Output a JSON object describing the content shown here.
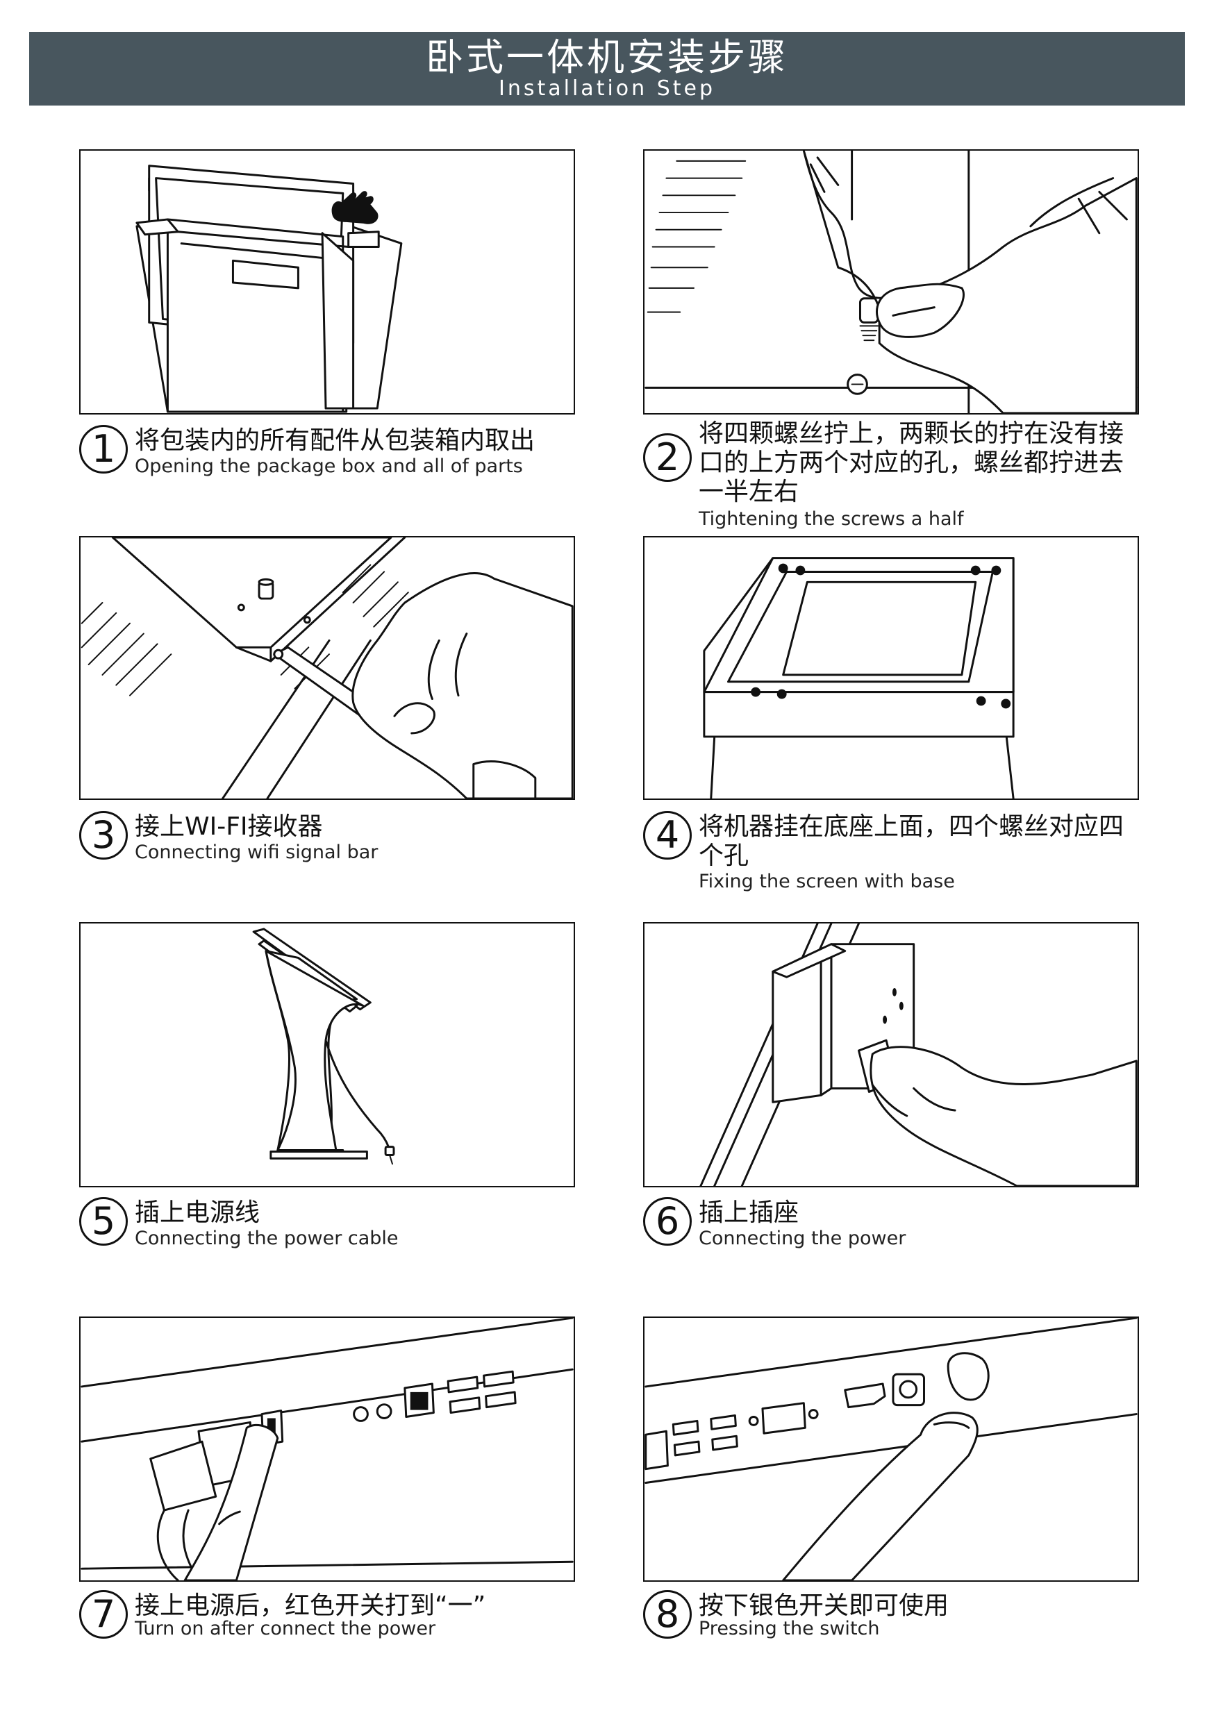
{
  "header": {
    "title_zh": "卧式一体机安装步骤",
    "title_en": "Installation Step",
    "background_color": "#48565e"
  },
  "steps": [
    {
      "number": "1",
      "zh": "将包装内的所有配件从包装箱内取出",
      "en": "Opening the package box and all of parts"
    },
    {
      "number": "2",
      "zh": "将四颗螺丝拧上，两颗长的拧在没有接口的上方两个对应的孔，螺丝都拧进去一半左右",
      "en": "Tightening the screws a half"
    },
    {
      "number": "3",
      "zh": "接上WI-FI接收器",
      "en": "Connecting wifi signal bar"
    },
    {
      "number": "4",
      "zh": "将机器挂在底座上面，四个螺丝对应四个孔",
      "en": "Fixing the screen with base"
    },
    {
      "number": "5",
      "zh": "插上电源线",
      "en": "Connecting the power cable"
    },
    {
      "number": "6",
      "zh": "插上插座",
      "en": "Connecting the power"
    },
    {
      "number": "7",
      "zh": "接上电源后，红色开关打到“一”",
      "en": "Turn on after connect the power"
    },
    {
      "number": "8",
      "zh": "按下银色开关即可使用",
      "en": "Pressing the switch"
    }
  ]
}
